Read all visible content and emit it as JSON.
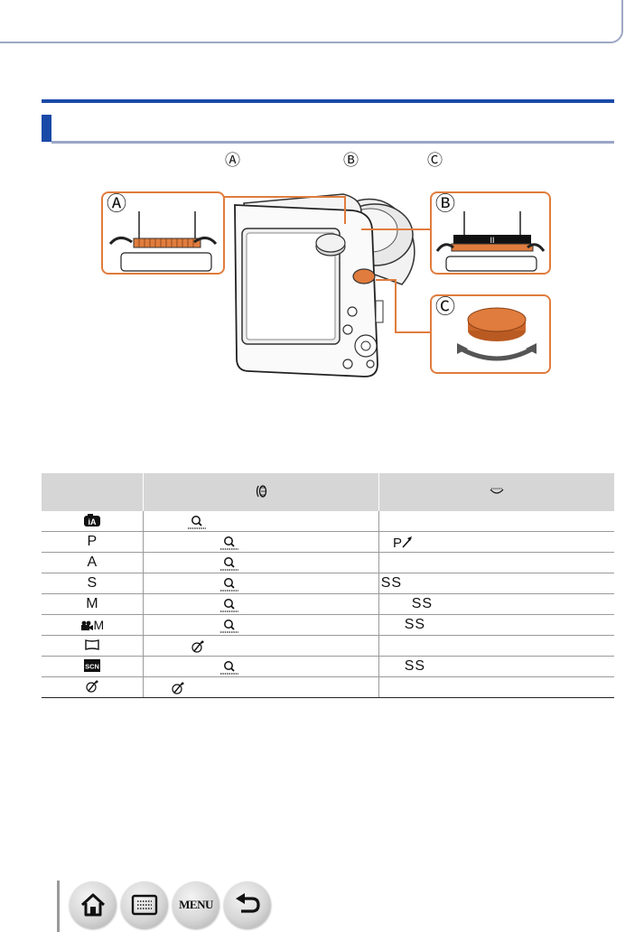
{
  "diagram": {
    "markers": [
      "Ⓐ",
      "Ⓑ",
      "Ⓒ"
    ],
    "accent_color": "#e07c3d",
    "inset_b_center_mark": "II"
  },
  "table": {
    "rows": [
      {
        "mode_icon": "intelligent-auto-mode-icon",
        "mode_text": "",
        "ring_icon": "zoom-icon",
        "dial_icon": ""
      },
      {
        "mode_icon": "",
        "mode_text": "P",
        "ring_icon": "zoom-icon",
        "dial_icon": "program-shift-icon"
      },
      {
        "mode_icon": "",
        "mode_text": "A",
        "ring_icon": "zoom-icon",
        "dial_icon": ""
      },
      {
        "mode_icon": "",
        "mode_text": "S",
        "ring_icon": "zoom-icon",
        "dial_text": "SS"
      },
      {
        "mode_icon": "",
        "mode_text": "M",
        "ring_icon": "zoom-icon",
        "dial_text": "SS"
      },
      {
        "mode_icon": "movie-camera-icon",
        "mode_text": "M",
        "ring_icon": "zoom-icon",
        "dial_text": "SS"
      },
      {
        "mode_icon": "panorama-mode-icon",
        "mode_text": "",
        "ring_icon": "creative-filter-icon",
        "dial_icon": ""
      },
      {
        "mode_icon": "scene-mode-icon",
        "mode_text": "",
        "ring_icon": "zoom-icon",
        "dial_text": "SS"
      },
      {
        "mode_icon": "creative-control-mode-icon",
        "mode_text": "",
        "ring_icon": "creative-filter-icon",
        "dial_icon": ""
      }
    ]
  },
  "nav": {
    "home": "home-icon",
    "contents": "contents-list-icon",
    "menu_label": "MENU",
    "back": "back-arrow-icon"
  }
}
